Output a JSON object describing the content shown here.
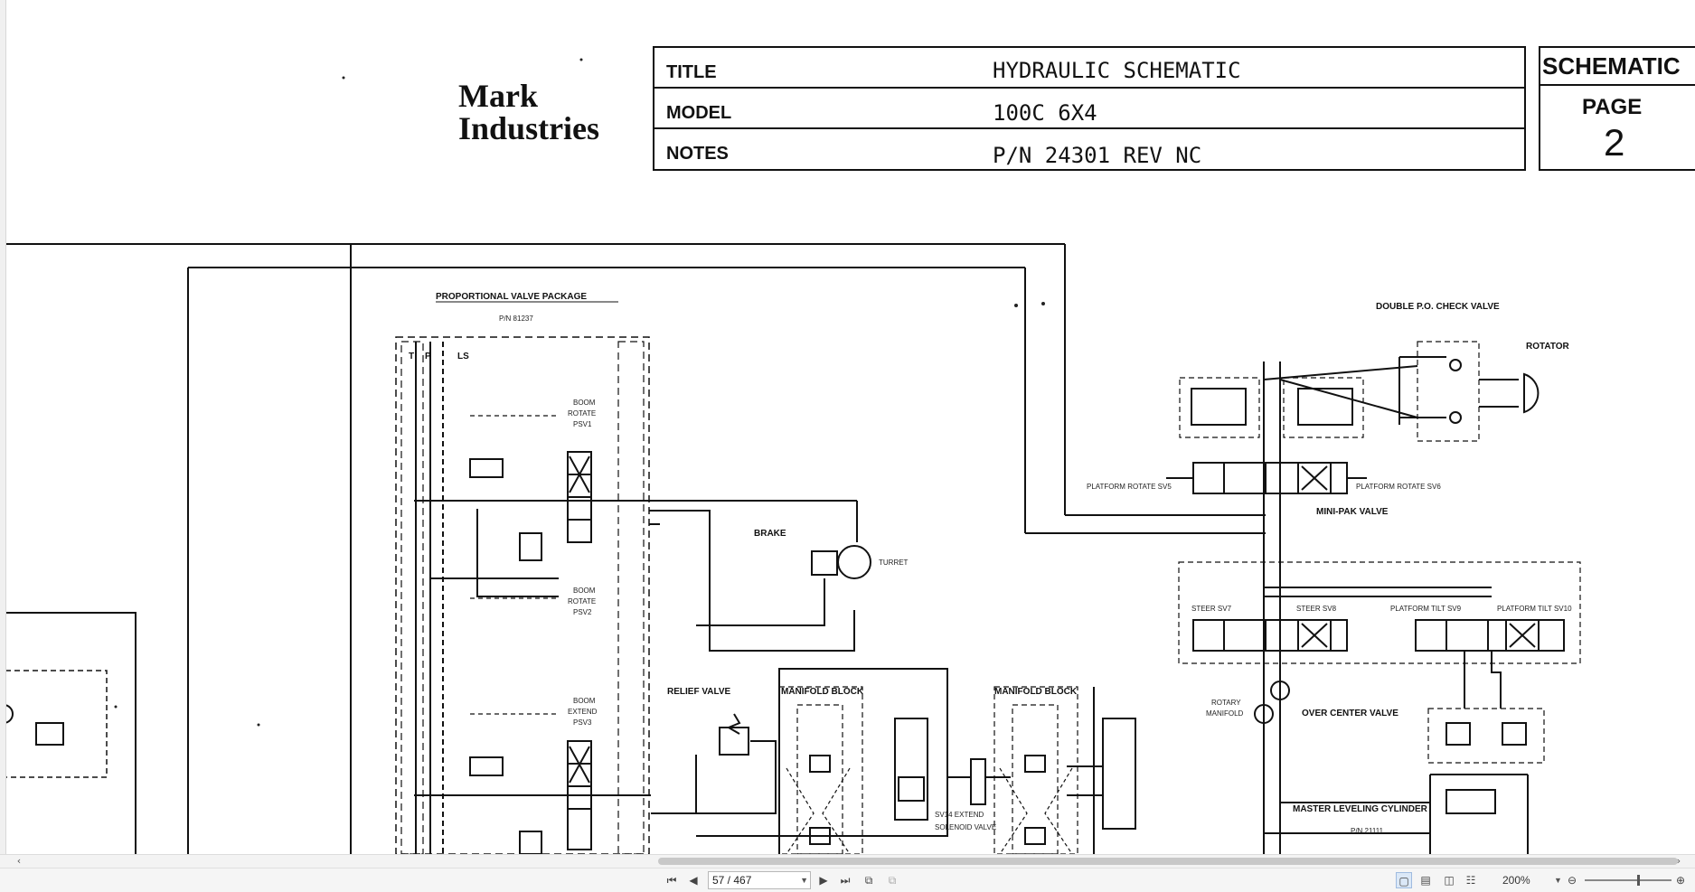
{
  "document": {
    "company_line1": "Mark",
    "company_line2": "Industries",
    "title_block": {
      "rows": [
        {
          "label": "TITLE",
          "value": "HYDRAULIC SCHEMATIC"
        },
        {
          "label": "MODEL",
          "value": "100C 6X4"
        },
        {
          "label": "NOTES",
          "value": "P/N 24301 REV NC"
        }
      ]
    },
    "schematic_box": {
      "heading": "SCHEMATIC",
      "page_label": "PAGE",
      "page_number": "2"
    },
    "labels": {
      "proportional_valve_package": "PROPORTIONAL VALVE PACKAGE",
      "pvp_pn": "P/N 81237",
      "port_t": "T",
      "port_p": "P",
      "port_ls": "LS",
      "boom_rotate_psv1": [
        "BOOM",
        "ROTATE",
        "PSV1"
      ],
      "boom_rotate_psv2": [
        "BOOM",
        "ROTATE",
        "PSV2"
      ],
      "boom_extend_psv3": [
        "BOOM",
        "EXTEND",
        "PSV3"
      ],
      "brake": "BRAKE",
      "turret": "TURRET",
      "relief_valve": "RELIEF VALVE",
      "manifold_block_1": "MANIFOLD BLOCK",
      "manifold_block_2": "MANIFOLD BLOCK",
      "sv14": [
        "SV14 EXTEND",
        "SOLENOID VALVE"
      ],
      "double_po_check": "DOUBLE P.O. CHECK VALVE",
      "rotator": "ROTATOR",
      "platform_rotate_sv5": "PLATFORM ROTATE SV5",
      "platform_rotate_sv6": "PLATFORM ROTATE SV6",
      "mini_pak_valve": "MINI-PAK VALVE",
      "steer_sv7": "STEER SV7",
      "steer_sv8": "STEER SV8",
      "platform_tilt_sv9": "PLATFORM TILT SV9",
      "platform_tilt_sv10": "PLATFORM TILT SV10",
      "rotary_manifold": [
        "ROTARY",
        "MANIFOLD"
      ],
      "over_center_valve": "OVER CENTER VALVE",
      "master_leveling_cylinder": "MASTER LEVELING CYLINDER",
      "mlc_pn": "P/N 21111"
    }
  },
  "toolbar": {
    "page_indicator": "57 / 467",
    "zoom": "200%"
  },
  "icons": {
    "first": "first-page-icon",
    "prev": "prev-page-icon",
    "next": "next-page-icon",
    "last": "last-page-icon",
    "zoom_out": "zoom-out-icon",
    "zoom_in": "zoom-in-icon"
  }
}
